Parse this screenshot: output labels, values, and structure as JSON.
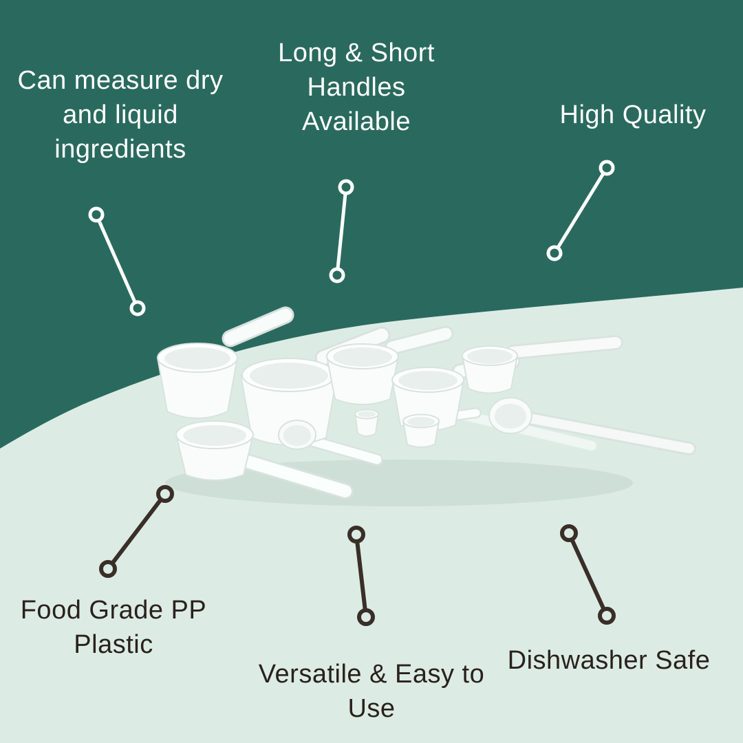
{
  "theme": {
    "teal": "#2a6a5e",
    "mint": "#dcece4",
    "text_light": "#ffffff",
    "text_dark": "#2a211c",
    "line_light": "#ffffff",
    "line_dark": "#3a2e28"
  },
  "callouts": {
    "measure": {
      "text": "Can measure dry and liquid ingredients"
    },
    "handles": {
      "text": "Long & Short Handles Available"
    },
    "quality": {
      "text": "High Quality"
    },
    "material": {
      "text": "Food Grade PP Plastic"
    },
    "versatile": {
      "text": "Versatile & Easy to Use"
    },
    "dishwasher": {
      "text": "Dishwasher Safe"
    }
  }
}
